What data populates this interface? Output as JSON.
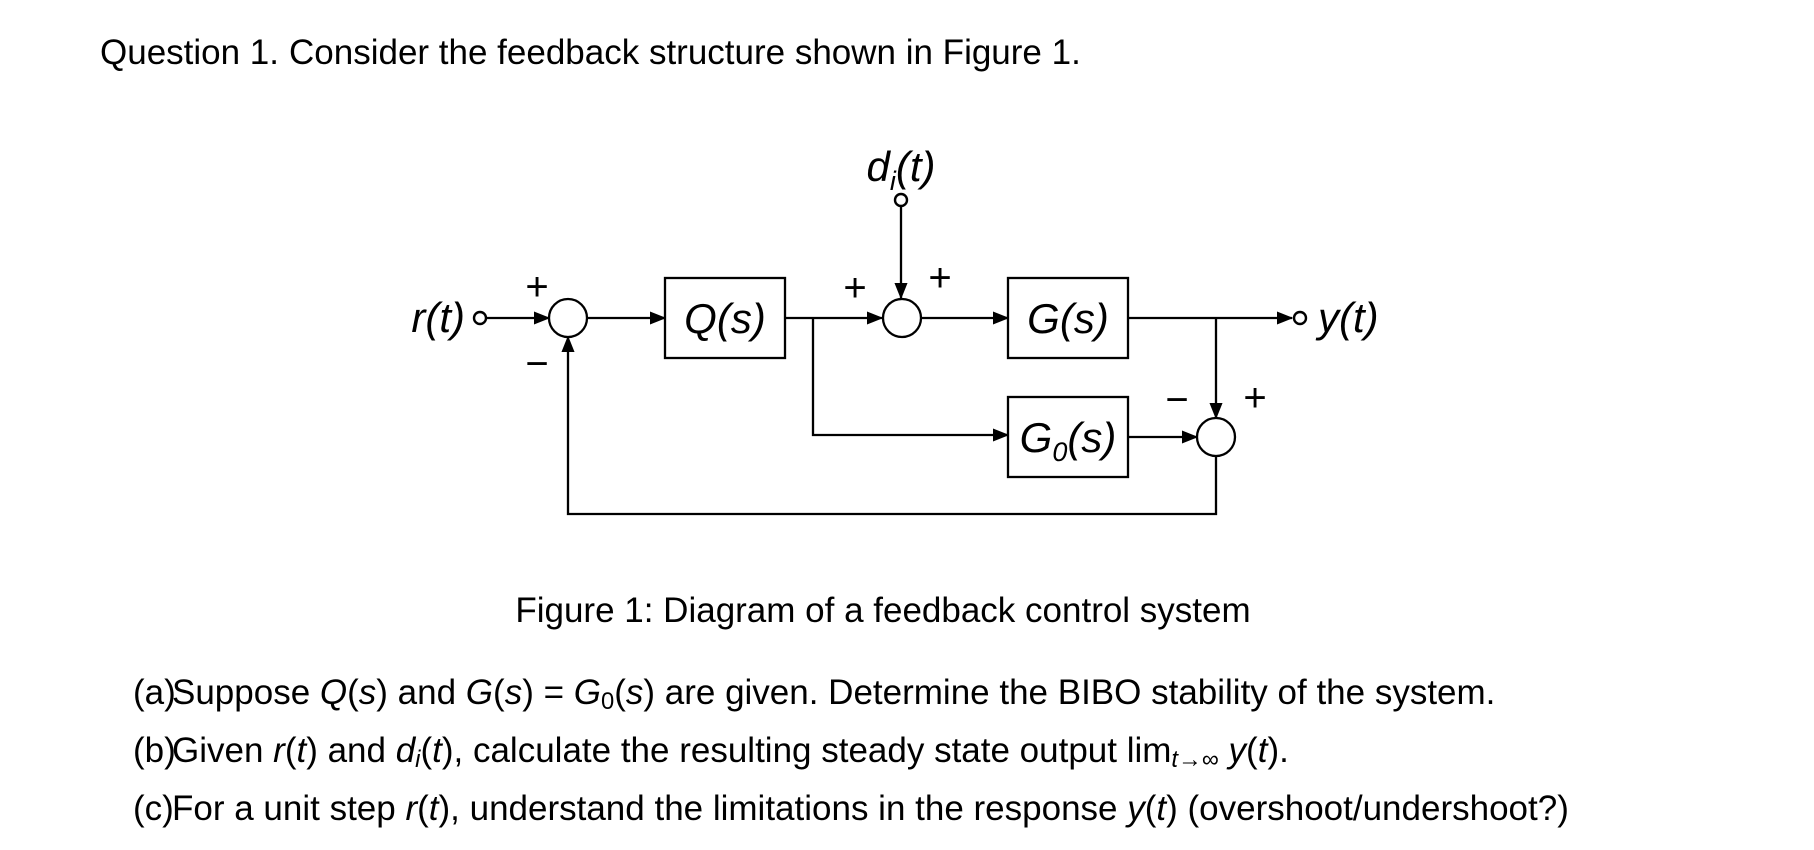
{
  "page": {
    "title_q": "Question 1.",
    "title_rest": "Consider the feedback structure shown in Figure 1.",
    "caption": "Figure 1: Diagram of a feedback control system"
  },
  "diagram": {
    "signals": {
      "input": "r(t)",
      "output": "y(t)",
      "disturbance_main": "d",
      "disturbance_sub": "i",
      "disturbance_paren": "(t)"
    },
    "blocks": {
      "controller": "Q(s)",
      "plant": "G(s)",
      "model_main": "G",
      "model_sub": "0",
      "model_paren": "(s)"
    },
    "signs": {
      "sum1_plus": "+",
      "sum1_minus": "−",
      "sum2_plus_left": "+",
      "sum2_plus_right": "+",
      "sum3_minus": "−",
      "sum3_plus": "+"
    }
  },
  "questions": [
    {
      "label": "(a)",
      "runs": [
        {
          "t": "Suppose ",
          "f": "n"
        },
        {
          "t": "Q",
          "f": "i"
        },
        {
          "t": "(",
          "f": "n"
        },
        {
          "t": "s",
          "f": "i"
        },
        {
          "t": ") and ",
          "f": "n"
        },
        {
          "t": "G",
          "f": "i"
        },
        {
          "t": "(",
          "f": "n"
        },
        {
          "t": "s",
          "f": "i"
        },
        {
          "t": ") = ",
          "f": "n"
        },
        {
          "t": "G",
          "f": "i"
        },
        {
          "t": "0",
          "f": "sub"
        },
        {
          "t": "(",
          "f": "n"
        },
        {
          "t": "s",
          "f": "i"
        },
        {
          "t": ") are given. Determine the BIBO stability of the system.",
          "f": "n"
        }
      ]
    },
    {
      "label": "(b)",
      "runs": [
        {
          "t": "Given ",
          "f": "n"
        },
        {
          "t": "r",
          "f": "i"
        },
        {
          "t": "(",
          "f": "n"
        },
        {
          "t": "t",
          "f": "i"
        },
        {
          "t": ") and ",
          "f": "n"
        },
        {
          "t": "d",
          "f": "i"
        },
        {
          "t": "i",
          "f": "subi"
        },
        {
          "t": "(",
          "f": "n"
        },
        {
          "t": "t",
          "f": "i"
        },
        {
          "t": "), calculate the resulting steady state output lim",
          "f": "n"
        },
        {
          "t": "t",
          "f": "subi"
        },
        {
          "t": "→∞",
          "f": "sub"
        },
        {
          "t": " ",
          "f": "n"
        },
        {
          "t": "y",
          "f": "i"
        },
        {
          "t": "(",
          "f": "n"
        },
        {
          "t": "t",
          "f": "i"
        },
        {
          "t": ").",
          "f": "n"
        }
      ]
    },
    {
      "label": "(c)",
      "runs": [
        {
          "t": "For a unit step ",
          "f": "n"
        },
        {
          "t": "r",
          "f": "i"
        },
        {
          "t": "(",
          "f": "n"
        },
        {
          "t": "t",
          "f": "i"
        },
        {
          "t": "), understand the limitations in the response ",
          "f": "n"
        },
        {
          "t": "y",
          "f": "i"
        },
        {
          "t": "(",
          "f": "n"
        },
        {
          "t": "t",
          "f": "i"
        },
        {
          "t": ") (overshoot/undershoot?)",
          "f": "n"
        }
      ]
    }
  ]
}
